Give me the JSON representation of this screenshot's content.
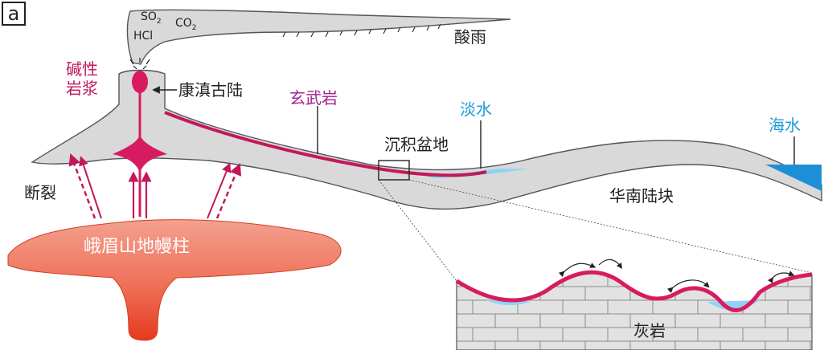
{
  "panel_label": "a",
  "labels": {
    "so2": "SO",
    "so2_sub": "2",
    "co2": "CO",
    "co2_sub": "2",
    "hcl": "HCl",
    "acid_rain": "酸雨",
    "alkaline_magma_1": "碱性",
    "alkaline_magma_2": "岩浆",
    "kangdian": "康滇古陆",
    "basalt": "玄武岩",
    "freshwater": "淡水",
    "seawater": "海水",
    "basin": "沉积盆地",
    "fault": "断裂",
    "south_china": "华南陆块",
    "plume": "峨眉山地幔柱",
    "limestone": "灰岩"
  },
  "colors": {
    "crust": "#d9d9d9",
    "outline": "#555555",
    "magma": "#d81b60",
    "plume_top": "#f08a7a",
    "plume_bottom": "#e8452c",
    "water": "#8fd3f4",
    "seawater": "#1e8fd6",
    "limestone": "#e0e0e0"
  }
}
